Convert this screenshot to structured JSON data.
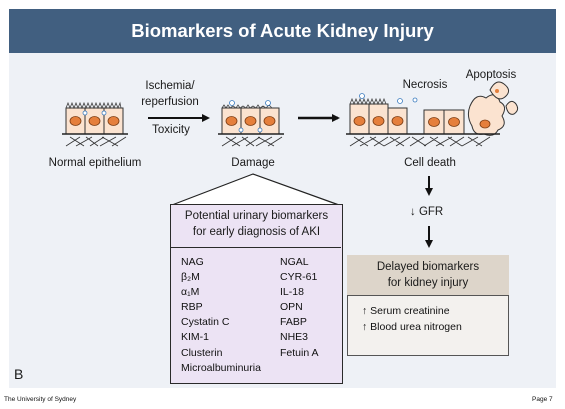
{
  "slide": {
    "title": "Biomarkers of Acute Kidney Injury",
    "panel_letter": "B",
    "footer_left": "The University of Sydney",
    "footer_right": "Page 7"
  },
  "diagram": {
    "labels": {
      "normal_epithelium": "Normal epithelium",
      "ischemia": "Ischemia/",
      "reperfusion": "reperfusion",
      "toxicity": "Toxicity",
      "damage": "Damage",
      "necrosis": "Necrosis",
      "apoptosis": "Apoptosis",
      "cell_death": "Cell death",
      "gfr": "↓ GFR"
    },
    "early_box": {
      "title_line1": "Potential urinary biomarkers",
      "title_line2": "for early diagnosis of AKI",
      "left_col": [
        "NAG",
        "β₂M",
        "α₁M",
        "RBP",
        "Cystatin C",
        "KIM-1",
        "Clusterin",
        "Microalbuminuria"
      ],
      "right_col": [
        "NGAL",
        "CYR-61",
        "IL-18",
        "OPN",
        "FABP",
        "NHE3",
        "Fetuin A"
      ]
    },
    "delayed_box": {
      "title_line1": "Delayed biomarkers",
      "title_line2": "for kidney injury",
      "items": [
        "↑ Serum creatinine",
        "↑ Blood urea nitrogen"
      ]
    },
    "colors": {
      "title_bar": "#415f80",
      "panel_bg": "#eef1f6",
      "cell_fill": "#fbe3d0",
      "nucleus": "#e57f3c",
      "early_box_bg": "#ece3f4",
      "delayed_box_head": "#ddd5ca"
    }
  }
}
